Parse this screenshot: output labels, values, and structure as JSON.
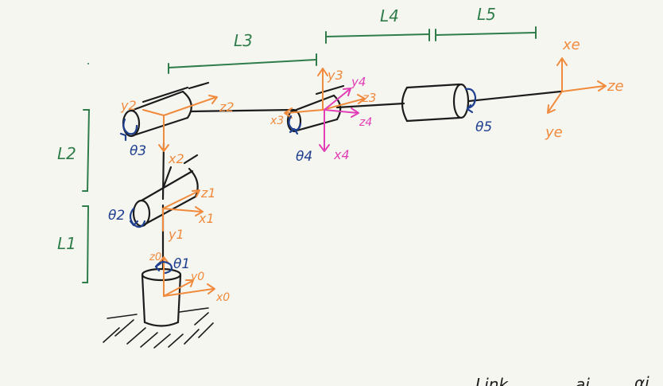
{
  "colors": {
    "ink": "#1c1c1c",
    "length": "#2f7d4a",
    "frame": "#f08a3c",
    "frame4": "#e23fb6",
    "joint": "#1f3f8f"
  },
  "lengths": {
    "L1": "L1",
    "L2": "L2",
    "L3": "L3",
    "L4": "L4",
    "L5": "L5"
  },
  "joints": {
    "t1": "θ1",
    "t2": "θ2",
    "t3": "θ3",
    "t4": "θ4",
    "t5": "θ5"
  },
  "frames": {
    "z0": "z0",
    "x0": "x0",
    "y0": "y0",
    "z1": "z1",
    "x1": "x1",
    "y1": "y1",
    "z2": "z2",
    "x2": "x2",
    "y2": "y2",
    "z3": "z3",
    "x3": "x3",
    "y3": "y3",
    "z4": "z4",
    "x4": "x4",
    "y4": "y4",
    "ze": "ze",
    "xe": "xe",
    "ye": "ye"
  },
  "table_header": {
    "col1": "Link",
    "col2": "ai",
    "col3": "αi"
  }
}
